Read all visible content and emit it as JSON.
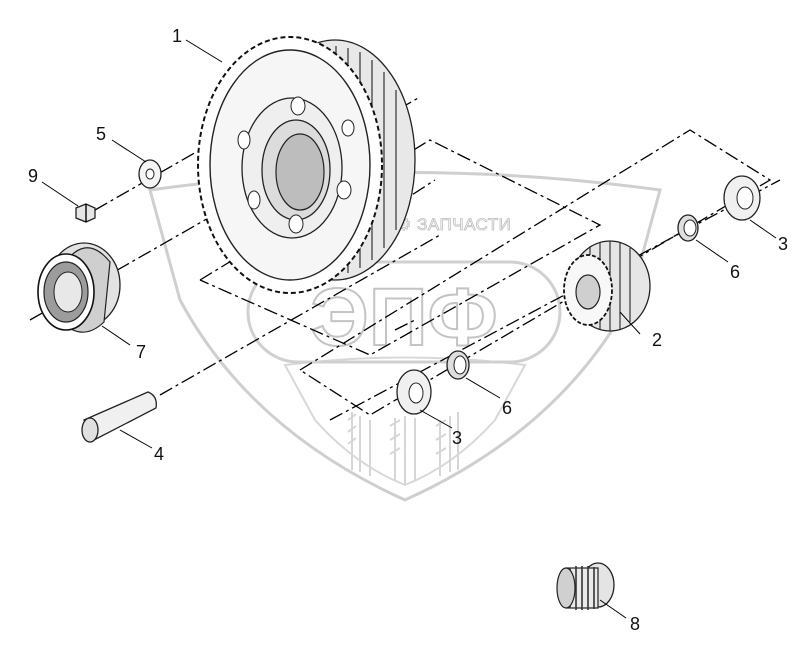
{
  "watermark": {
    "brand_line": "ТЕХНИКА ⚙ ЗАПЧАСТИ",
    "logo_text": "ЭПФ"
  },
  "callouts": [
    {
      "id": "c1",
      "label": "1"
    },
    {
      "id": "c2",
      "label": "2"
    },
    {
      "id": "c3a",
      "label": "3"
    },
    {
      "id": "c3b",
      "label": "3"
    },
    {
      "id": "c4",
      "label": "4"
    },
    {
      "id": "c5",
      "label": "5"
    },
    {
      "id": "c6a",
      "label": "6"
    },
    {
      "id": "c6b",
      "label": "6"
    },
    {
      "id": "c7",
      "label": "7"
    },
    {
      "id": "c8",
      "label": "8"
    },
    {
      "id": "c9",
      "label": "9"
    }
  ],
  "colors": {
    "line": "#000000",
    "part_fill": "#f2f2f2",
    "part_shade": "#9a9a9a",
    "watermark": "#c4c4c4"
  }
}
